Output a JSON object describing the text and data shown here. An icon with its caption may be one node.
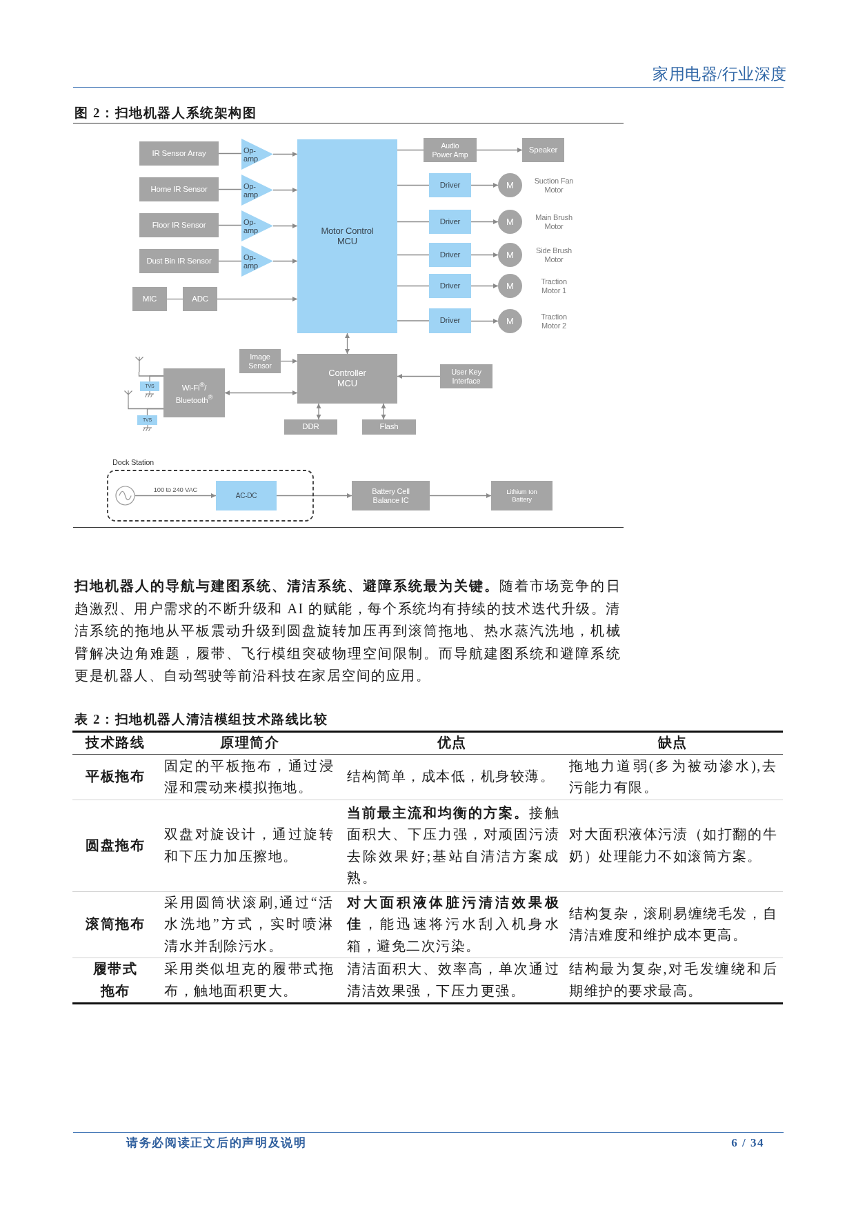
{
  "diagram": {
    "title": "图 2：扫地机器人系统架构图",
    "nodes": [
      {
        "text": [
          "IR Sensor Array"
        ]
      },
      {
        "text": [
          "Op-amp"
        ]
      },
      {
        "text": [
          "Home IR Sensor"
        ]
      },
      {
        "text": [
          "Op-amp"
        ]
      },
      {
        "text": [
          "Floor IR Sensor"
        ]
      },
      {
        "text": [
          "Op-amp"
        ]
      },
      {
        "text": [
          "Dust Bin IR Sensor"
        ]
      },
      {
        "text": [
          "Op-amp"
        ]
      },
      {
        "text": [
          "MIC"
        ]
      },
      {
        "text": [
          "ADC"
        ]
      },
      {
        "text": [
          "Motor Control MCU"
        ]
      },
      {
        "text": [
          "Audio Power Amp"
        ]
      },
      {
        "text": [
          "Speaker"
        ]
      },
      {
        "text": [
          "Driver"
        ]
      },
      {
        "text": [
          "M"
        ],
        "beside": [
          "Suction Fan Motor"
        ]
      },
      {
        "text": [
          "Driver"
        ]
      },
      {
        "text": [
          "M"
        ],
        "beside": [
          "Main Brush Motor"
        ]
      },
      {
        "text": [
          "Driver"
        ]
      },
      {
        "text": [
          "M"
        ],
        "beside": [
          "Side Brush Motor"
        ]
      },
      {
        "text": [
          "Driver"
        ]
      },
      {
        "text": [
          "M"
        ],
        "beside": [
          "Traction Motor 1"
        ]
      },
      {
        "text": [
          "Driver"
        ]
      },
      {
        "text": [
          "M"
        ],
        "beside": [
          "Traction Motor 2"
        ]
      },
      {
        "text": [
          "Image Sensor"
        ]
      },
      {
        "text": [
          "Controller MCU"
        ]
      },
      {
        "text": [
          "User Key Interface"
        ]
      },
      {
        "text": [],
        "shape": "picture"
      },
      {
        "text": [
          "TVS"
        ]
      },
      {
        "text": [],
        "shape": "picture"
      },
      {
        "text": [
          "TVS"
        ]
      },
      {
        "text": [
          "Wi-Fi$^{®}$/ Bluetooth$^{®}$"
        ]
      },
      {
        "text": [
          "DDR"
        ]
      },
      {
        "text": [
          "Flash"
        ]
      },
      {
        "text": [
          "Dock Station"
        ]
      },
      {
        "text": [],
        "shape": "circle",
        "in": 33
      },
      {
        "text": [
          "AC-DC"
        ],
        "in": 33
      },
      {
        "text": [
          "Battery Cell Balance IC"
        ]
      },
      {
        "text": [
          "Lithium Ion Battery"
        ]
      }
    ],
    "edges": [
      {
        "from": 0,
        "to": 1,
        "arrow": "none"
      },
      {
        "from": 1,
        "to": 10,
        "arrow": "to"
      },
      {
        "from": 2,
        "to": 3,
        "arrow": "none"
      },
      {
        "from": 3,
        "to": 10,
        "arrow": "to"
      },
      {
        "from": 4,
        "to": 5,
        "arrow": "none"
      },
      {
        "from": 5,
        "to": 10,
        "arrow": "to"
      },
      {
        "from": 6,
        "to": 7,
        "arrow": "none"
      },
      {
        "from": 7,
        "to": 10,
        "arrow": "to"
      },
      {
        "from": 8,
        "to": 9,
        "arrow": "none"
      },
      {
        "from": 9,
        "to": 10,
        "arrow": "to"
      },
      {
        "from": 10,
        "to": 11,
        "arrow": "none"
      },
      {
        "from": 11,
        "to": 12,
        "arrow": "to"
      },
      {
        "from": 10,
        "to": 13,
        "arrow": "none"
      },
      {
        "from": 13,
        "to": 14,
        "arrow": "to"
      },
      {
        "from": 10,
        "to": 15,
        "arrow": "none"
      },
      {
        "from": 15,
        "to": 16,
        "arrow": "to"
      },
      {
        "from": 10,
        "to": 17,
        "arrow": "none"
      },
      {
        "from": 17,
        "to": 18,
        "arrow": "to"
      },
      {
        "from": 10,
        "to": 19,
        "arrow": "none"
      },
      {
        "from": 19,
        "to": 20,
        "arrow": "to"
      },
      {
        "from": 10,
        "to": 21,
        "arrow": "none"
      },
      {
        "from": 21,
        "to": 22,
        "arrow": "to"
      },
      {
        "from": 10,
        "to": 24,
        "arrow": "both"
      },
      {
        "from": 23,
        "to": 24,
        "arrow": "to"
      },
      {
        "from": 25,
        "to": 24,
        "arrow": "to"
      },
      {
        "from": 30,
        "to": 24,
        "arrow": "both"
      },
      {
        "from": 24,
        "to": 31,
        "arrow": "both"
      },
      {
        "from": 24,
        "to": 32,
        "arrow": "both"
      },
      {
        "from": 26,
        "to": 30,
        "arrow": "none"
      },
      {
        "from": 27,
        "to": 30,
        "arrow": "none"
      },
      {
        "from": 28,
        "to": 30,
        "arrow": "none"
      },
      {
        "from": 29,
        "to": 30,
        "arrow": "none"
      },
      {
        "from": 34,
        "to": 35,
        "label": "100 to 240 VAC",
        "arrow": "to"
      },
      {
        "from": 35,
        "to": 36,
        "arrow": "to"
      },
      {
        "from": 36,
        "to": 37,
        "arrow": "to"
      }
    ],
    "labels": [
      "家用电器/行业深度",
      "**扫地机器人的导航与建图系统、清洁系统、避障系统最为关键。**随着市场竞争的日趋激烈、用户需求的不断升级和 AI 的赋能，每个系统均有持续的技术迭代升级。清洁系统的拖地从平板震动升级到圆盘旋转加压再到滚筒拖地、热水蒸汽洗地，机械臂解决边角难题，履带、飞行模组突破物理空间限制。而导航建图系统和避障系统更是机器人、自动驾驶等前沿科技在家居空间的应用。",
      "表 2：扫地机器人清洁模组技术路线比较",
      "技术路线",
      "原理简介",
      "优点",
      "缺点",
      "平板拖布",
      "固定的平板拖布，通过浸湿和震动来模拟拖地。",
      "结构简单，成本低，机身较薄。",
      "拖地力道弱(多为被动渗水),去污能力有限。",
      "圆盘拖布",
      "双盘对旋设计，通过旋转和下压力加压擦地。",
      "**当前最主流和均衡的方案。**接触面积大、下压力强，对顽固污渍去除效果好;基站自清洁方案成熟。",
      "对大面积液体污渍（如打翻的牛奶）处理能力不如滚筒方案。",
      "滚筒拖布",
      "采用圆筒状滚刷,通过“活水洗地”方式，实时喷淋清水并刮除污水。",
      "**对大面积液体脏污清洁效果极佳**，能迅速将污水刮入机身水箱，避免二次污染。",
      "结构复杂，滚刷易缠绕毛发，自清洁难度和维护成本更高。",
      "履带式拖布",
      "采用类似坦克的履带式拖布，触地面积更大。",
      "清洁面积大、效率高，单次通过清洁效果强，下压力更强。",
      "结构最为复杂,对毛发缠绕和后期维护的要求最高。",
      "请务必阅读正文后的声明及说明",
      "6 / 34"
    ]
  }
}
